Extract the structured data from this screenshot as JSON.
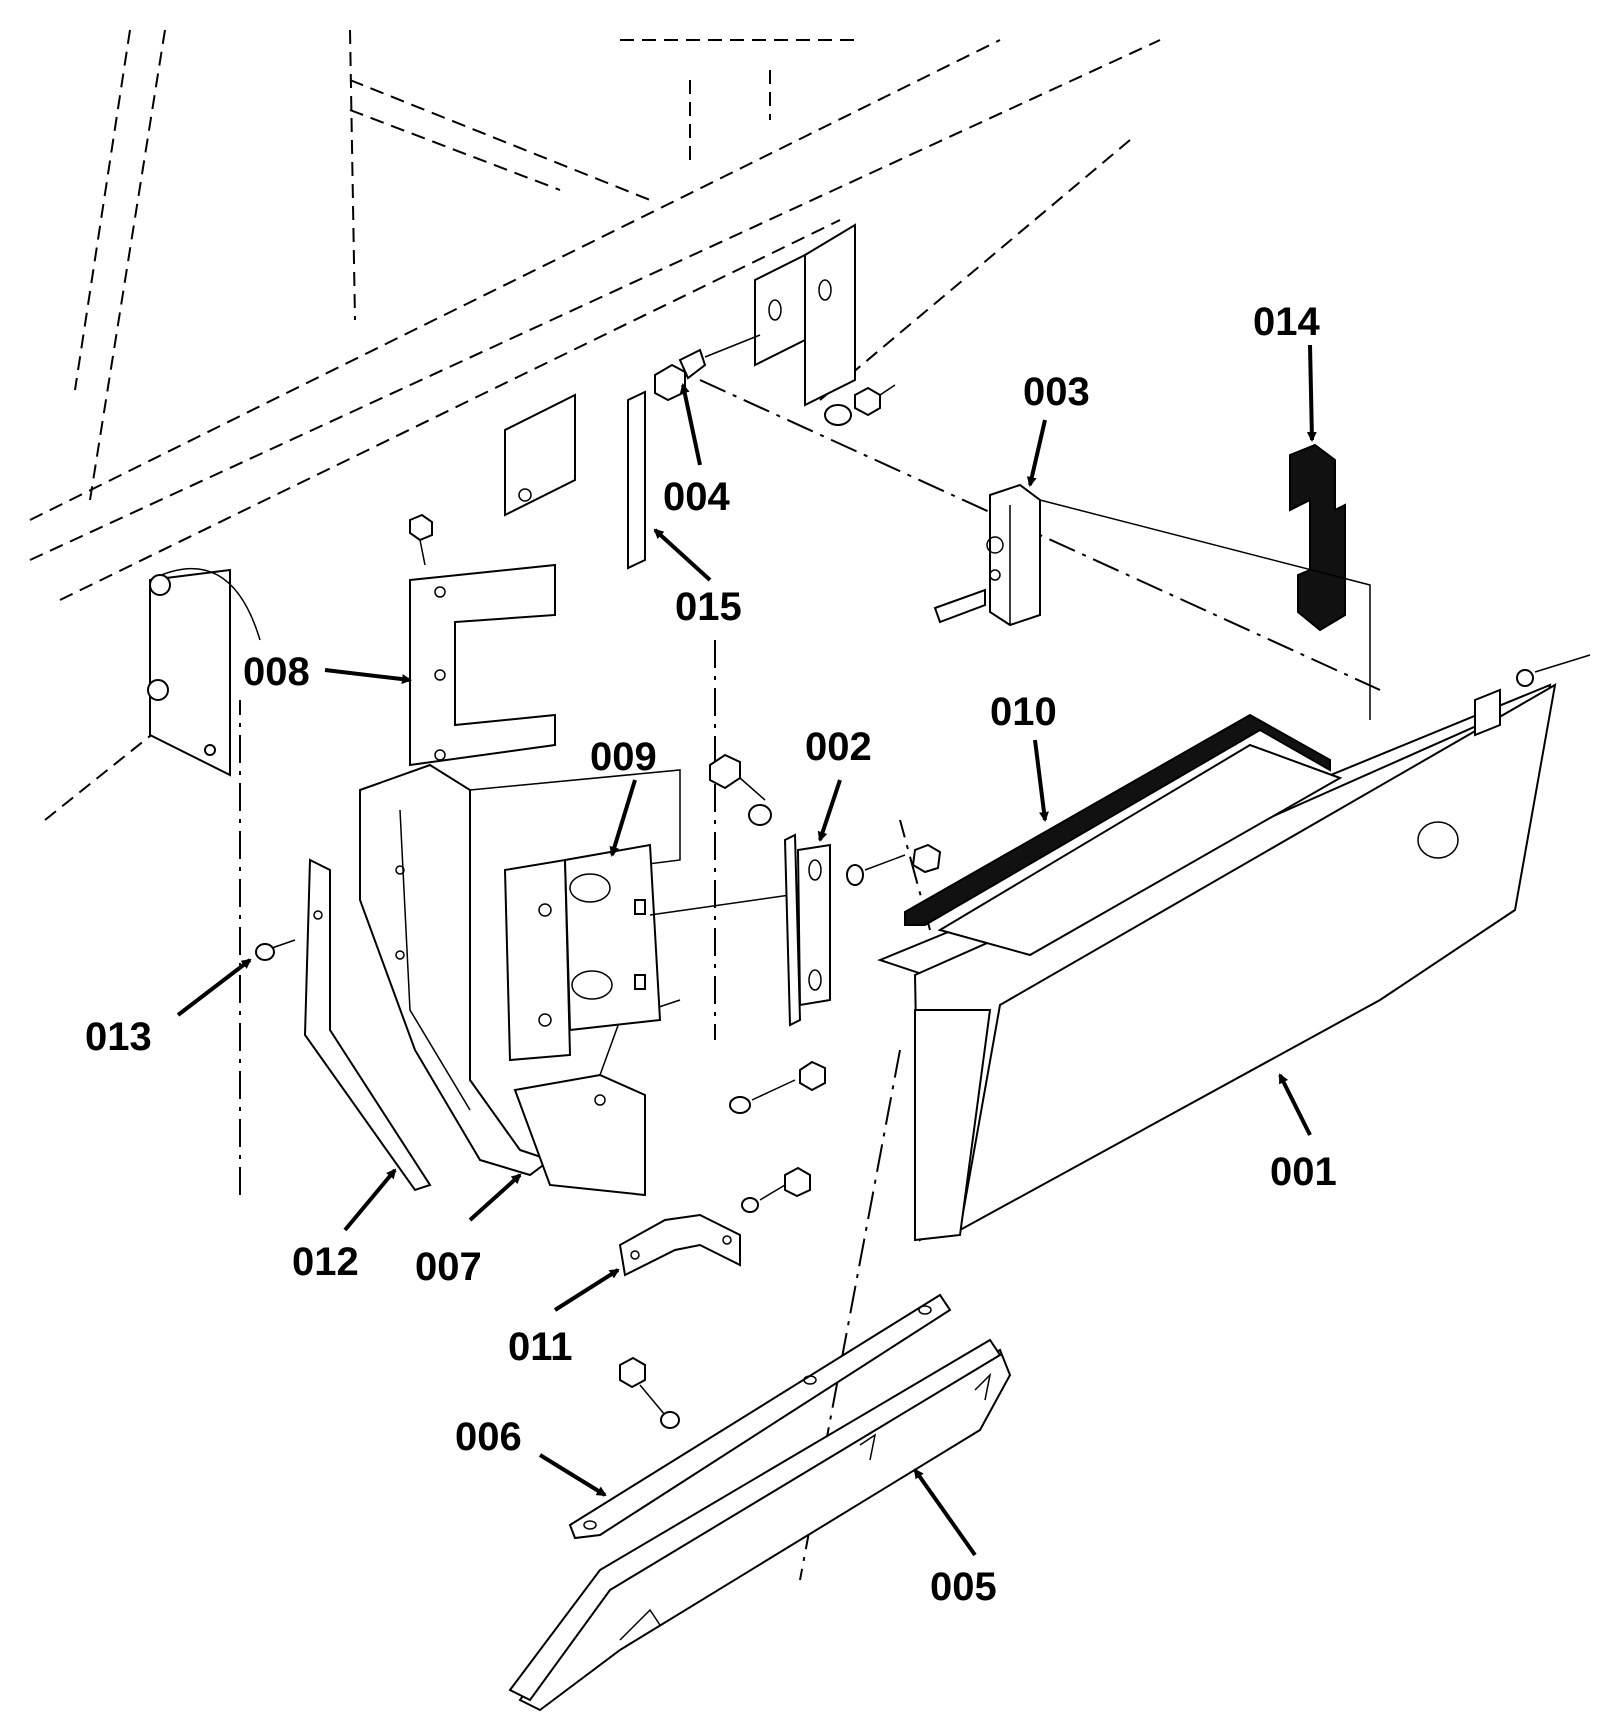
{
  "callouts": {
    "c001": "001",
    "c002": "002",
    "c003": "003",
    "c004": "004",
    "c005": "005",
    "c006": "006",
    "c007": "007",
    "c008": "008",
    "c009": "009",
    "c010": "010",
    "c011": "011",
    "c012": "012",
    "c013": "013",
    "c014": "014",
    "c015": "015"
  }
}
